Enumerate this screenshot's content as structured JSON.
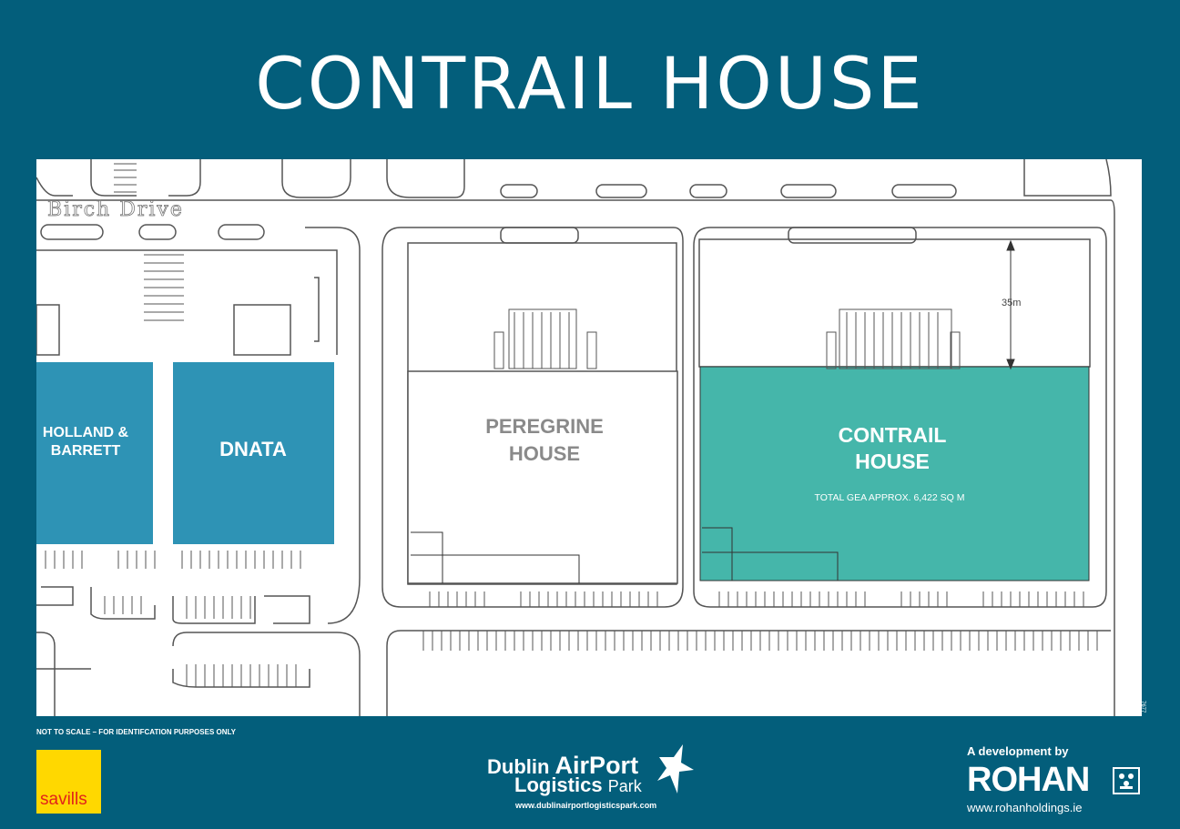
{
  "header": {
    "title": "CONTRAIL HOUSE"
  },
  "map": {
    "street_label": "Birch Drive",
    "dimension_label": "35m",
    "units": {
      "holland_barrett": {
        "label_line1": "HOLLAND &",
        "label_line2": "BARRETT",
        "color": "#2e93b5"
      },
      "dnata": {
        "label": "DNATA",
        "color": "#2e93b5"
      },
      "peregrine": {
        "label_line1": "PEREGRINE",
        "label_line2": "HOUSE",
        "color": "#8a8a8a"
      },
      "contrail": {
        "label_line1": "CONTRAIL",
        "label_line2": "HOUSE",
        "area_text": "TOTAL GEA APPROX. 6,422 SQ M",
        "color": "#45b6aa"
      }
    }
  },
  "footer": {
    "disclaimer": "NOT TO SCALE – FOR IDENTIFCATION PURPOSES ONLY",
    "agent_logo": "savills",
    "park_name_line1_a": "Dublin ",
    "park_name_line1_b": "AirPort",
    "park_name_line2_a": "Logistics ",
    "park_name_line2_b": "Park",
    "park_url": "www.dublinairportlogisticspark.com",
    "developer_intro": "A development by",
    "developer_name": "ROHAN",
    "developer_url": "www.rohanholdings.ie",
    "ref_code": "7677"
  },
  "colors": {
    "background": "#035e7b",
    "accent": "#45b6aa",
    "unit_blue": "#2e93b5"
  }
}
